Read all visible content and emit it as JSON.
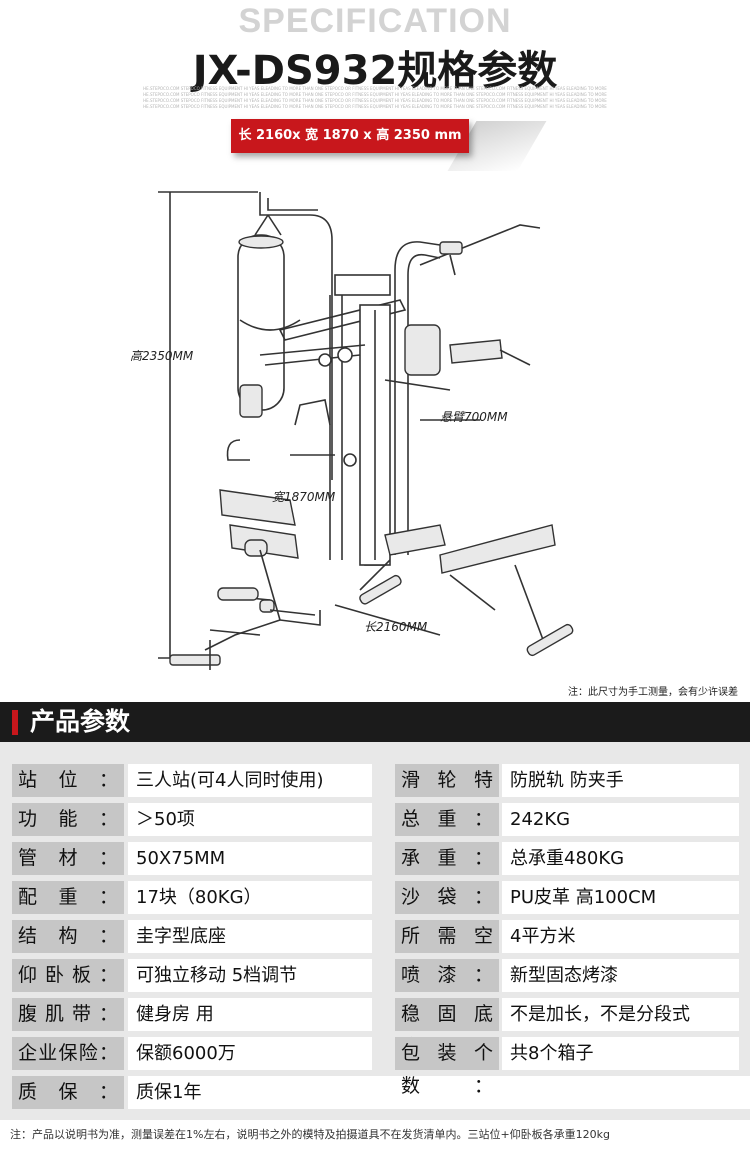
{
  "header": {
    "spec_word": "SPECIFICATION",
    "title": "JX-DS932规格参数",
    "fine_print": "HE.STEPOCO.COM STEPOCO FITNESS EQUIPMENT HI YEAS ELEADING TO MORE THAN ONE STEPOCO OR FITNESS EQUIPMENT HI YEAS ELEADING TO MORE THAN ONE STEPOCO.COM FITNESS EQUIPMENT HI YEAS ELEADING TO MORE",
    "dimensions": "长 2160x 宽 1870 x 高 2350 mm"
  },
  "drawing": {
    "height_label": "高2350MM",
    "arm_label": "悬臂700MM",
    "width_label": "宽1870MM",
    "length_label": "长2160MM"
  },
  "notes": {
    "measure_note": "注：此尺寸为手工测量，会有少许误差",
    "footer": "注：产品以说明书为准，测量误差在1%左右，说明书之外的模特及拍摄道具不在发货清单内。三站位+仰卧板各承重120kg"
  },
  "section": {
    "title": "产品参数"
  },
  "specs_left": [
    {
      "label": "站位：",
      "value": "三人站(可4人同时使用)"
    },
    {
      "label": "功能：",
      "value": "＞50项"
    },
    {
      "label": "管材：",
      "value": "50X75MM"
    },
    {
      "label": "配重：",
      "value": "17块（80KG）"
    },
    {
      "label": "结构：",
      "value": "圭字型底座"
    },
    {
      "label": "仰卧板：",
      "value": "可独立移动  5档调节"
    },
    {
      "label": "腹肌带：",
      "value": "健身房    用"
    },
    {
      "label": "企业保险：",
      "value": "保额6000万"
    },
    {
      "label": "质保：",
      "value": "      质保1年"
    }
  ],
  "specs_right": [
    {
      "label": "滑轮特性：",
      "value": "防脱轨 防夹手"
    },
    {
      "label": "总重：",
      "value": "242KG"
    },
    {
      "label": "承重：",
      "value": "总承重480KG"
    },
    {
      "label": "沙袋：",
      "value": "PU皮革 高100CM"
    },
    {
      "label": "所需空间：",
      "value": "4平方米"
    },
    {
      "label": "喷漆：",
      "value": "新型固态烤漆"
    },
    {
      "label": "稳固底座：",
      "value": "不是加长，不是分段式"
    },
    {
      "label": "包装个数：",
      "value": "共8个箱子"
    }
  ],
  "colors": {
    "accent_red": "#c8171c",
    "header_dark": "#1b1b1b",
    "label_gray": "#c6c6c6",
    "panel_gray": "#e8e8e8"
  }
}
